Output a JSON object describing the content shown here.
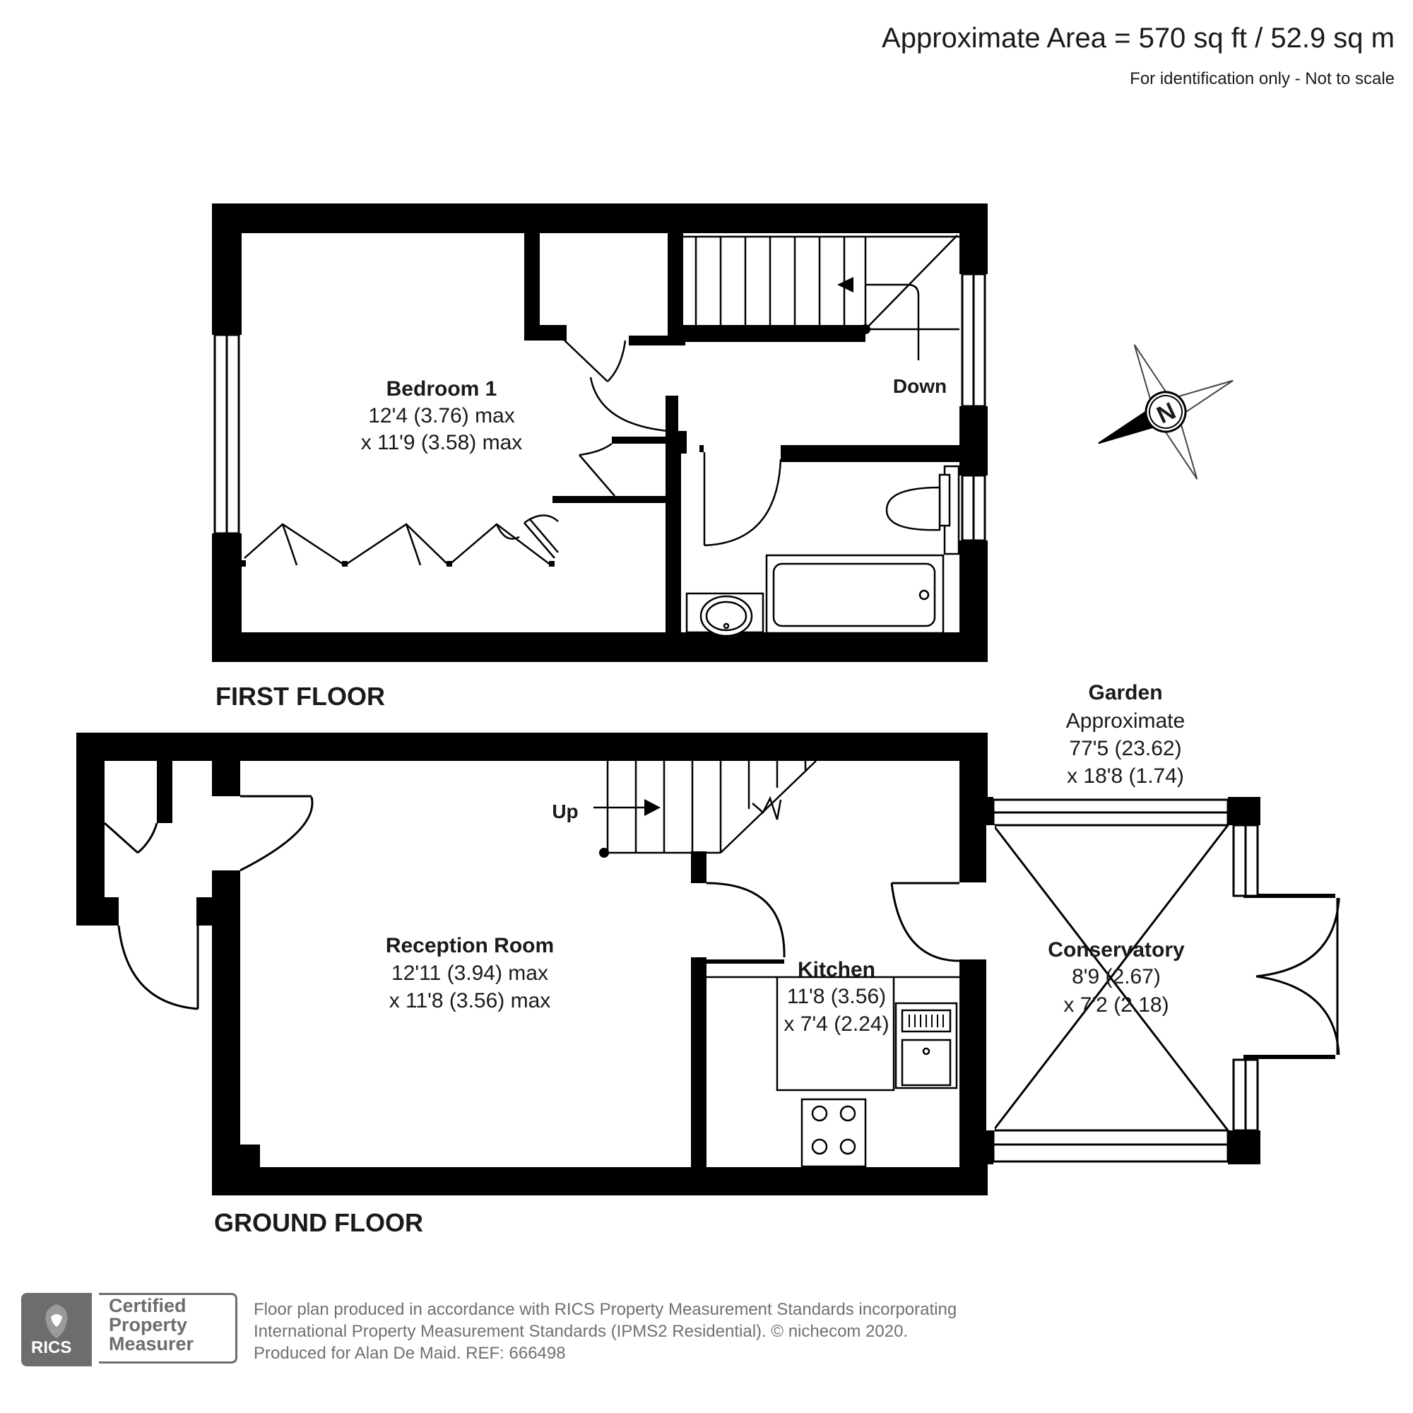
{
  "header": {
    "approximate_area": "Approximate Area = 570 sq ft / 52.9 sq m",
    "scale_note": "For identification only - Not to scale"
  },
  "floors": {
    "first": {
      "title": "FIRST FLOOR",
      "bedroom": {
        "name": "Bedroom 1",
        "dim1": "12'4 (3.76) max",
        "dim2": "x 11'9 (3.58) max"
      },
      "stairs_label": "Down"
    },
    "ground": {
      "title": "GROUND FLOOR",
      "reception": {
        "name": "Reception Room",
        "dim1": "12'11 (3.94) max",
        "dim2": "x 11'8 (3.56) max"
      },
      "kitchen": {
        "name": "Kitchen",
        "dim1": "11'8 (3.56)",
        "dim2": "x 7'4 (2.24)"
      },
      "conservatory": {
        "name": "Conservatory",
        "dim1": "8'9 (2.67)",
        "dim2": "x 7'2 (2.18)"
      },
      "stairs_label": "Up"
    }
  },
  "garden": {
    "name": "Garden",
    "line1": "Approximate",
    "line2": "77'5 (23.62)",
    "line3": "x 18'8 (1.74)"
  },
  "compass": {
    "letter": "N"
  },
  "footer": {
    "line1": "Floor plan produced in accordance with RICS Property Measurement Standards incorporating",
    "line2": "International Property Measurement Standards (IPMS2 Residential).   © nichecom 2020.",
    "line3": "Produced for Alan De Maid.   REF: 666498",
    "badge_logo": "RICS",
    "badge_line1": "Certified",
    "badge_line2": "Property",
    "badge_line3": "Measurer"
  },
  "colors": {
    "wall": "#000000",
    "text": "#1a1a1a",
    "footer_gray": "#6d6d6d"
  }
}
